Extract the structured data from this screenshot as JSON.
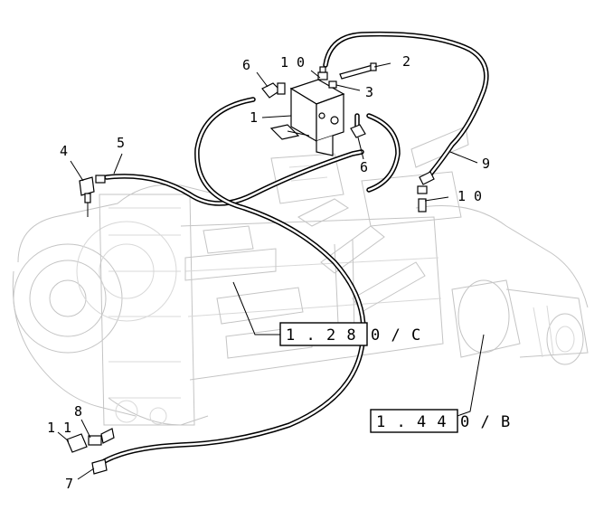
{
  "callouts": {
    "c1": "1",
    "c2": "2",
    "c3": "3",
    "c4": "4",
    "c5": "5",
    "c6a": "6",
    "c6b": "6",
    "c7": "7",
    "c8": "8",
    "c9": "9",
    "c10a": "1 0",
    "c10b": "1 0",
    "c11": "1 1"
  },
  "references": {
    "ref_c_box": "1 . 2 8",
    "ref_c_suffix": "0 /   C",
    "ref_b_box": "1 . 4 4",
    "ref_b_suffix": "0 /   B"
  },
  "colors": {
    "line": "#000000",
    "ghost": "#c4c4c4",
    "background": "#ffffff"
  }
}
